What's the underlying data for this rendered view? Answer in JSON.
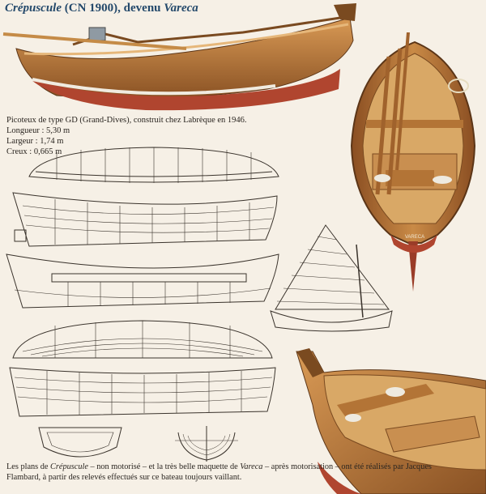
{
  "header": {
    "boat_name": "Crépuscule",
    "registration": "(CN 1900)",
    "became": ", devenu ",
    "new_name": "Vareca"
  },
  "specs": {
    "line1": "Picoteux de type GD (Grand-Dives), construit chez Labrèque en 1946.",
    "line2": "Longueur : 5,30 m",
    "line3": "Largeur : 1,74 m",
    "line4": "Creux : 0,665 m"
  },
  "caption": {
    "prefix": "Les plans de ",
    "name1": "Crépuscule",
    "middle": " – non motorisé – et la très belle maquette de ",
    "name2": "Vareca",
    "suffix": " – après motorisation – ont été réalisés par Jacques Flambard, à partir des relevés effectués sur ce bateau toujours vaillant."
  },
  "stern_lettering": "VARECA",
  "colors": {
    "background": "#f6f0e6",
    "title": "#24496b",
    "hull_wood": "#b9773a",
    "hull_red": "#b0452f",
    "line_ink": "#3a332c"
  }
}
